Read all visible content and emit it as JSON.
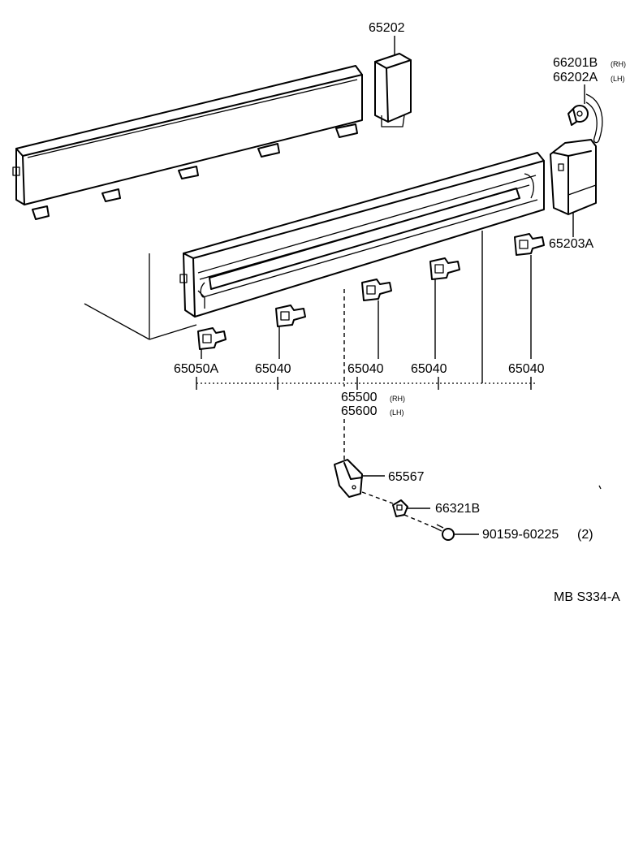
{
  "labels": {
    "p65202": "65202",
    "p66201b": "66201B",
    "p66201b_side": "(RH)",
    "p66202a": "66202A",
    "p66202a_side": "(LH)",
    "p65203a": "65203A",
    "p65050a": "65050A",
    "p65040_1": "65040",
    "p65040_2": "65040",
    "p65040_3": "65040",
    "p65040_4": "65040",
    "p65500": "65500",
    "p65500_side": "(RH)",
    "p65600": "65600",
    "p65600_side": "(LH)",
    "p65567": "65567",
    "p66321b": "66321B",
    "p90159": "90159-60225",
    "p90159_qty": "(2)",
    "code": "MB S334-A"
  }
}
